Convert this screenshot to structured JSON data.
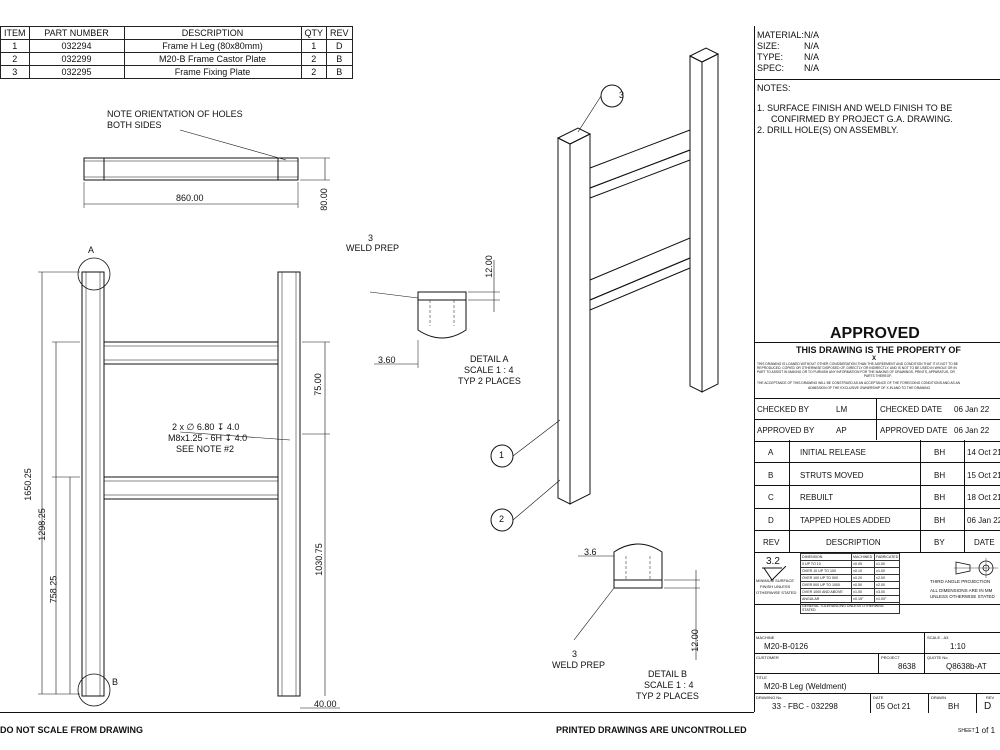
{
  "bom": {
    "headers": [
      "ITEM",
      "PART NUMBER",
      "DESCRIPTION",
      "QTY",
      "REV"
    ],
    "rows": [
      [
        "1",
        "032294",
        "Frame H Leg (80x80mm)",
        "1",
        "D"
      ],
      [
        "2",
        "032299",
        "M20-B Frame Castor Plate",
        "2",
        "B"
      ],
      [
        "3",
        "032295",
        "Frame Fixing Plate",
        "2",
        "B"
      ]
    ]
  },
  "notes": {
    "orientation_1": "NOTE ORIENTATION OF HOLES",
    "orientation_2": "BOTH SIDES",
    "holes_1": "2 x ∅ 6.80 ↧ 4.0",
    "holes_2": "M8x1.25 - 6H ↧ 4.0",
    "holes_3": "SEE NOTE #2",
    "weld_a_num": "3",
    "weld_a": "WELD PREP",
    "weld_b_num": "3",
    "weld_b": "WELD PREP"
  },
  "dims": {
    "d860": "860.00",
    "d80": "80.00",
    "d1650": "1650.25",
    "d1298": "1298.25",
    "d758": "758.25",
    "d75": "75.00",
    "d1030": "1030.75",
    "d40": "40.00",
    "d12a": "12.00",
    "d360": "3.60",
    "d36": "3.6",
    "d12b": "12.00"
  },
  "labels": {
    "a": "A",
    "b": "B",
    "b1": "1",
    "b2": "2",
    "b3": "3"
  },
  "details": {
    "a_title": "DETAIL A",
    "a_scale": "SCALE 1 : 4",
    "a_typ": "TYP 2 PLACES",
    "b_title": "DETAIL B",
    "b_scale": "SCALE 1 : 4",
    "b_typ": "TYP 2 PLACES"
  },
  "footer": {
    "left": "DO NOT SCALE FROM DRAWING",
    "center": "PRINTED DRAWINGS ARE UNCONTROLLED",
    "sheet_label": "SHEET",
    "sheet": "1 of 1"
  },
  "spec": {
    "material_k": "MATERIAL:",
    "material_v": "N/A",
    "size_k": "SIZE:",
    "size_v": "N/A",
    "type_k": "TYPE:",
    "type_v": "N/A",
    "spec_k": "SPEC:",
    "spec_v": "N/A"
  },
  "title_notes": {
    "heading": "NOTES:",
    "n1a": "1.  SURFACE FINISH AND WELD FINISH TO BE",
    "n1b": "CONFIRMED BY PROJECT G.A. DRAWING.",
    "n2": "2.  DRILL HOLE(S) ON ASSEMBLY."
  },
  "approval": {
    "approved": "APPROVED",
    "property": "THIS DRAWING IS THE PROPERTY OF",
    "x": "X",
    "fine1": "THIS DRAWING IS LOANED WITHOUT OTHER CONSIDERATION THAN THE AGREEMENT AND CONDITION THAT IT IS NOT TO BE",
    "fine2": "REPRODUCED, COPIED OR OTHERWISE DISPOSED OF, DIRECTLY OR INDIRECTLY, AND IS NOT TO BE USED IN WHOLE OR IN",
    "fine3": "PART TO ASSIST IN MAKING OR TO FURNISH ANY INFORMATION FOR THE MAKING OF DRAWINGS, PRINTS, APPARATUS, OR",
    "fine4": "PARTS THEREOF.",
    "fine5": "THE ACCEPTANCE OF THIS DRAWING WILL BE CONSTRUED AS AN ACCEPTANCE OF THE FOREGOING CONDITIONS AND AS AN",
    "fine6": "ADMISSION OF THE EXCLUSIVE OWNERSHIP OF X IN AND TO THE DRAWING",
    "checked_by_k": "CHECKED BY",
    "checked_by_v": "LM",
    "checked_date_k": "CHECKED DATE",
    "checked_date_v": "06 Jan 22",
    "approved_by_k": "APPROVED BY",
    "approved_by_v": "AP",
    "approved_date_k": "APPROVED DATE",
    "approved_date_v": "06 Jan 22"
  },
  "revisions": {
    "rows": [
      {
        "rev": "A",
        "desc": "INITIAL RELEASE",
        "by": "BH",
        "date": "14 Oct 21"
      },
      {
        "rev": "B",
        "desc": "STRUTS MOVED",
        "by": "BH",
        "date": "15 Oct 21"
      },
      {
        "rev": "C",
        "desc": "REBUILT",
        "by": "BH",
        "date": "18 Oct 21"
      },
      {
        "rev": "D",
        "desc": "TAPPED HOLES ADDED",
        "by": "BH",
        "date": "06 Jan 22"
      }
    ],
    "h_rev": "REV",
    "h_desc": "DESCRIPTION",
    "h_by": "BY",
    "h_date": "DATE"
  },
  "tolerance": {
    "roughness": "3.2",
    "min_surface": "MINIMUM SURFACE",
    "finish_unless": "FINISH UNLESS",
    "otherwise": "OTHERWISE STATED",
    "h_dim": "DIMENSION",
    "h_mach": "MACHINED",
    "h_fab": "FABRICATED",
    "rows": [
      [
        "0 UP TO 10",
        "±0.05",
        "±1.00"
      ],
      [
        "OVER 10 UP TO 100",
        "±0.10",
        "±1.00"
      ],
      [
        "OVER 100 UP TO 500",
        "±0.20",
        "±2.00"
      ],
      [
        "OVER 500 UP TO 1000",
        "±0.50",
        "±2.00"
      ],
      [
        "OVER 1000 AND ABOVE",
        "±1.00",
        "±3.00"
      ],
      [
        "ANGULAR",
        "±0.15°",
        "±1.00°"
      ]
    ],
    "general": "GENERAL TOLERANCING UNLESS OTHERWISE STATED",
    "projection": "THIRD ANGLE PROJECTION",
    "units1": "ALL DIMENSIONS ARE IN MM",
    "units2": "UNLESS OTHERWISE STATED"
  },
  "titleblock": {
    "machine_k": "MACHINE",
    "machine_v": "M20-B-0126",
    "scale_k": "SCALE - A3",
    "scale_v": "1:10",
    "customer_k": "CUSTOMER",
    "project_k": "PROJECT",
    "project_v": "8638",
    "quote_k": "QUOTE No.",
    "quote_v": "Q8638b-AT",
    "title_k": "TITLE",
    "title_v": "M20-B Leg (Weldment)",
    "drawing_k": "DRAWING No.",
    "drawing_v": "33 - FBC - 032298",
    "date_k": "DATE",
    "date_v": "05 Oct 21",
    "drawn_k": "DRAWN",
    "drawn_v": "BH",
    "rev_k": "REV",
    "rev_v": "D"
  }
}
